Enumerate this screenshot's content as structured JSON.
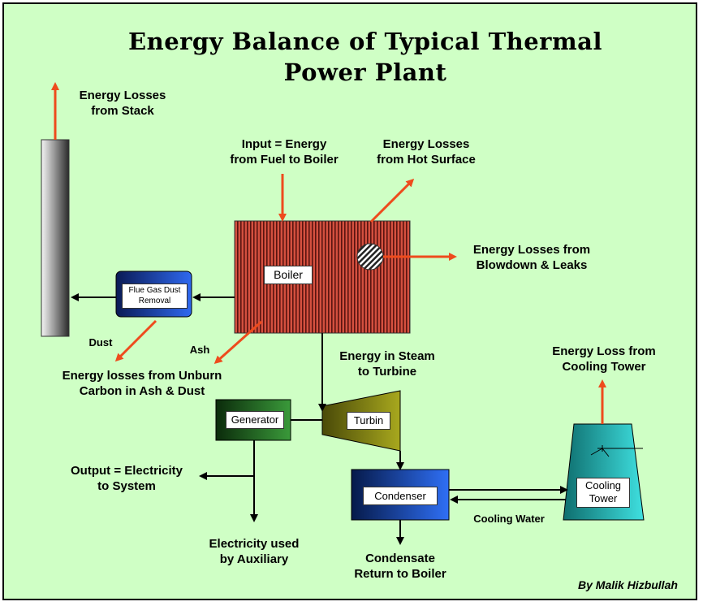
{
  "title_line1": "Energy Balance of Typical Thermal",
  "title_line2": "Power Plant",
  "components": {
    "boiler": "Boiler",
    "flue_gas": "Flue Gas Dust\nRemoval",
    "generator": "Generator",
    "turbine": "Turbin",
    "condenser": "Condenser",
    "cooling_tower": "Cooling\nTower"
  },
  "labels": {
    "stack_loss": "Energy Losses\nfrom Stack",
    "input": "Input = Energy\nfrom Fuel to Boiler",
    "hot_surface": "Energy Losses\nfrom Hot Surface",
    "blowdown": "Energy Losses from\nBlowdown & Leaks",
    "dust": "Dust",
    "ash": "Ash",
    "unburn": "Energy losses from Unburn\nCarbon in Ash & Dust",
    "steam": "Energy in Steam\nto Turbine",
    "cooling_loss": "Energy Loss from\nCooling Tower",
    "output": "Output = Electricity\nto System",
    "auxiliary": "Electricity used\nby Auxiliary",
    "condensate": "Condensate\nReturn to Boiler",
    "cooling_water": "Cooling Water"
  },
  "author": "By Malik Hizbullah",
  "colors": {
    "background": "#cfffc5",
    "loss_arrow": "#ee4b1d",
    "boiler": "#c9483a",
    "boiler_stripe": "#5a1410",
    "flue_gas": "#1c3fbf",
    "generator": "#1f6b1f",
    "turbine": "#8a8a12",
    "condenser": "#1a48c4",
    "cooling_tower": "#1bb8b8"
  }
}
